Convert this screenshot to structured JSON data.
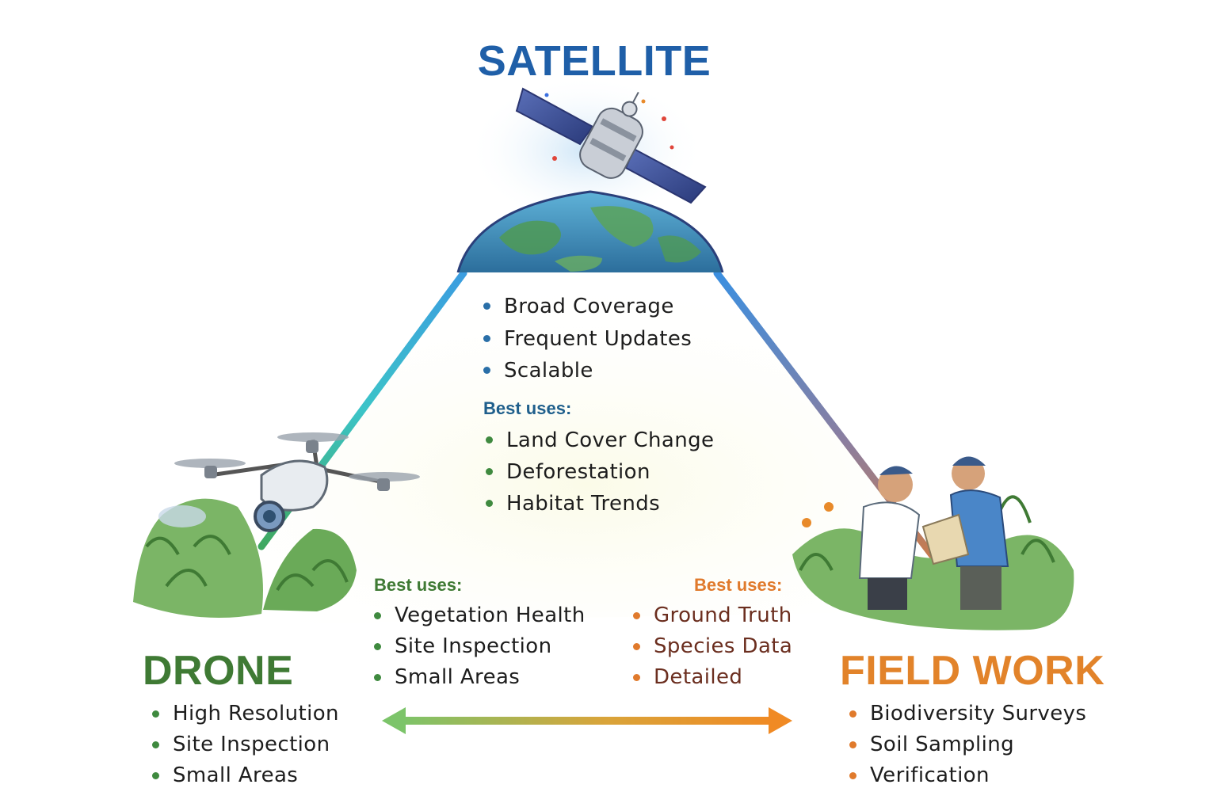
{
  "satellite": {
    "title": "SATELLITE",
    "features": [
      "Broad Coverage",
      "Frequent Updates",
      "Scalable"
    ],
    "best_uses_label": "Best uses:",
    "best_uses": [
      "Land Cover Change",
      "Deforestation",
      "Habitat Trends"
    ]
  },
  "drone": {
    "title": "DRONE",
    "features": [
      "High Resolution",
      "Site Inspection",
      "Small Areas"
    ],
    "best_uses_label": "Best uses:",
    "best_uses": [
      "Vegetation Health",
      "Site Inspection",
      "Small Areas"
    ]
  },
  "field_work": {
    "title": "FIELD WORK",
    "features": [
      "Biodiversity Surveys",
      "Soil Sampling",
      "Verification"
    ],
    "best_uses_label": "Best uses:",
    "best_uses": [
      "Ground Truth",
      "Species Data",
      "Detailed"
    ]
  },
  "colors": {
    "satellite": "#1f5fa8",
    "satellite_dot": "#2a6fa8",
    "satellite_best": "#1f5f8c",
    "drone": "#3f7a34",
    "drone_dot": "#3f8a3f",
    "field": "#e2832a",
    "field_dot": "#e07a2c",
    "field_text": "#6b2e1f"
  }
}
